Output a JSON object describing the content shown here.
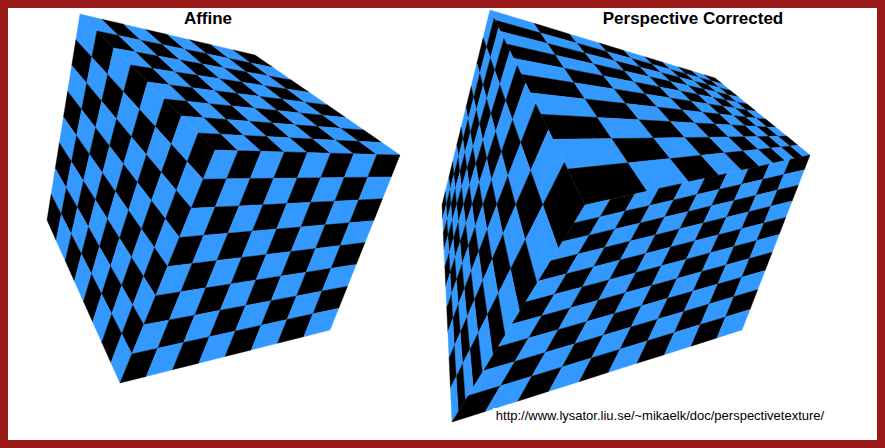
{
  "diagram": {
    "labels": [
      "Affine",
      "Perspective Corrected",
      "http://www.lysator.liu.se/~mikaelk/doc/perspectivetexture/"
    ]
  }
}
